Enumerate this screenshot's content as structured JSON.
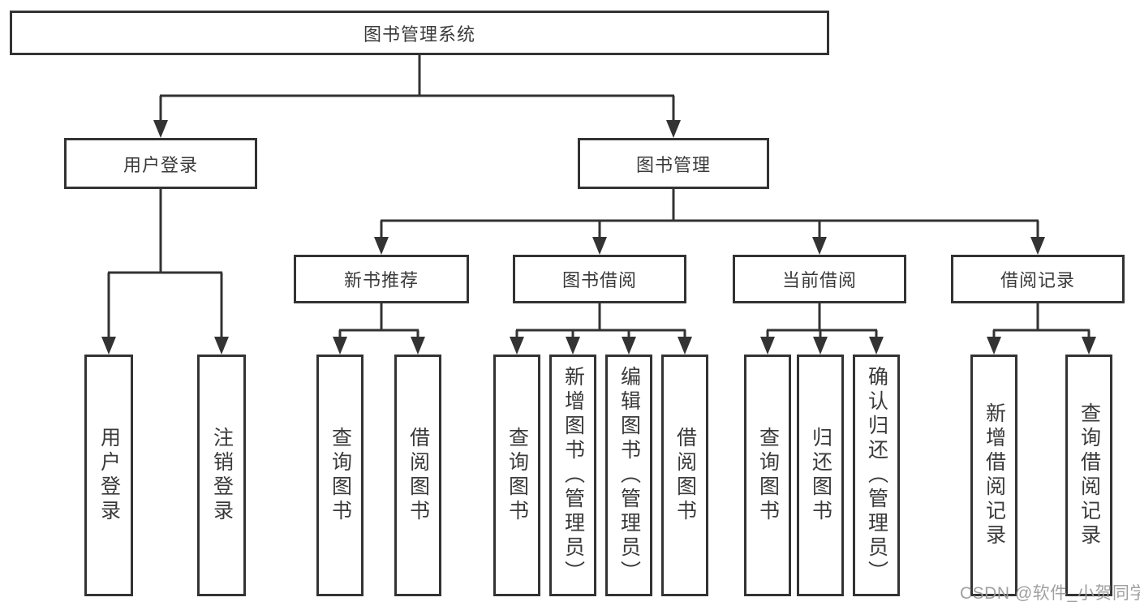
{
  "diagram": {
    "root": "图书管理系统",
    "branches": {
      "user_login": {
        "label": "用户登录",
        "leaves": [
          "用户登录",
          "注销登录"
        ]
      },
      "book_mgmt": {
        "label": "图书管理",
        "children": {
          "new_books": {
            "label": "新书推荐",
            "leaves": [
              "查询图书",
              "借阅图书"
            ]
          },
          "borrowing": {
            "label": "图书借阅",
            "leaves": [
              "查询图书",
              "新增图书（管理员）",
              "编辑图书（管理员）",
              "借阅图书"
            ]
          },
          "current": {
            "label": "当前借阅",
            "leaves": [
              "查询图书",
              "归还图书",
              "确认归还（管理员）"
            ]
          },
          "records": {
            "label": "借阅记录",
            "leaves": [
              "新增借阅记录",
              "查询借阅记录"
            ]
          }
        }
      }
    }
  },
  "watermark": "CSDN @软件_小贺同学",
  "colors": {
    "line": "#333333",
    "box_border": "#333333",
    "text": "#3a3a3a",
    "watermark": "#9b9b9b",
    "background": "#ffffff"
  }
}
